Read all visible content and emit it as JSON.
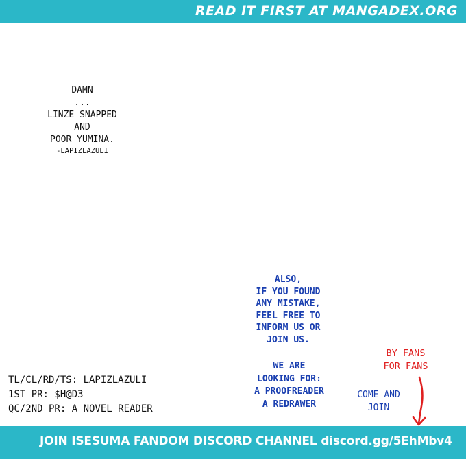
{
  "top_banner": {
    "text": "READ IT FIRST AT MANGADEX.ORG"
  },
  "translator_note": {
    "lines": [
      "DAMN",
      "...",
      "LINZE SNAPPED",
      "AND",
      "POOR YUMINA."
    ],
    "signature": "-LAPIZLAZULI"
  },
  "credits": {
    "lines": [
      "TL/CL/RD/TS: LAPIZLAZULI",
      "1ST PR: $H@D3",
      "QC/2ND PR: A NOVEL READER"
    ]
  },
  "recruit_note": {
    "top_lines": [
      "ALSO,",
      "IF YOU FOUND",
      "ANY MISTAKE,",
      "FEEL FREE TO",
      "INFORM US OR",
      "JOIN US."
    ],
    "bottom_lines": [
      "WE ARE",
      "LOOKING FOR:",
      "A PROOFREADER",
      "A REDRAWER"
    ]
  },
  "fans_note": {
    "lines": [
      "BY FANS",
      "FOR FANS"
    ]
  },
  "join_note": {
    "lines": [
      "COME AND",
      "JOIN"
    ]
  },
  "bottom_banner": {
    "text": "JOIN ISESUMA FANDOM DISCORD CHANNEL",
    "link": "discord.gg/5EhMbv4"
  },
  "colors": {
    "banner": "#2bb7c8",
    "blue_text": "#1a3fb0",
    "red_text": "#e02020"
  }
}
